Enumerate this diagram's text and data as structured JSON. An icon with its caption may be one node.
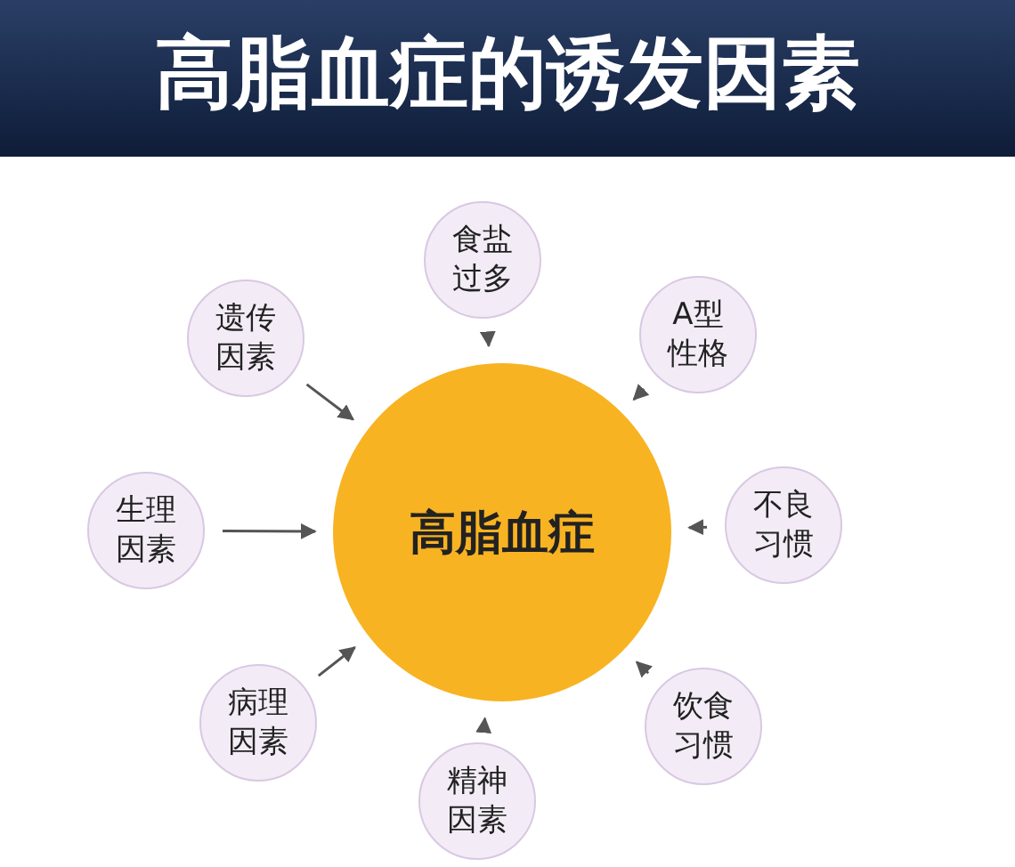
{
  "diagram": {
    "title": "高脂血症的诱发因素",
    "nodes": [
      {
        "text": [
          "高脂血症"
        ]
      },
      {
        "text": [
          "食盐过多"
        ]
      },
      {
        "text": [
          "遗传因素"
        ]
      },
      {
        "text": [
          "A型性格"
        ]
      },
      {
        "text": [
          "生理因素"
        ]
      },
      {
        "text": [
          "不良习惯"
        ]
      },
      {
        "text": [
          "病理因素"
        ]
      },
      {
        "text": [
          "饮食习惯"
        ]
      },
      {
        "text": [
          "精神因素"
        ]
      }
    ],
    "edges": [
      {
        "from": 1,
        "to": 0,
        "arrow": "to"
      },
      {
        "from": 2,
        "to": 0,
        "arrow": "to"
      },
      {
        "from": 3,
        "to": 0,
        "arrow": "to"
      },
      {
        "from": 4,
        "to": 0,
        "arrow": "to"
      },
      {
        "from": 5,
        "to": 0,
        "arrow": "to"
      },
      {
        "from": 6,
        "to": 0,
        "arrow": "to"
      },
      {
        "from": 7,
        "to": 0,
        "arrow": "to"
      },
      {
        "from": 8,
        "to": 0,
        "arrow": "to"
      }
    ]
  }
}
